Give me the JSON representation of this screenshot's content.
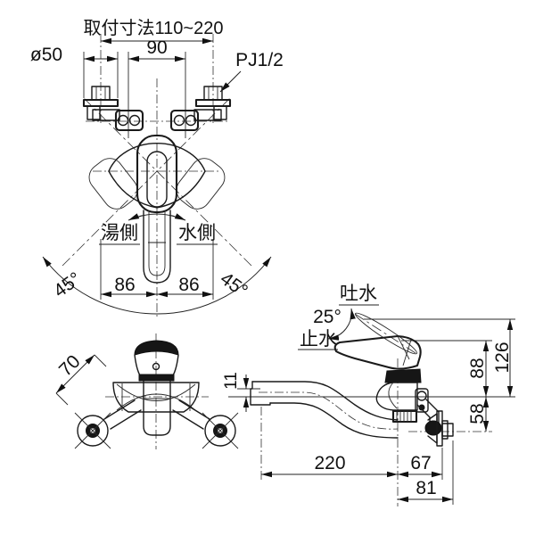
{
  "drawing": {
    "type": "faucet-dimension-drawing",
    "background": "#ffffff",
    "ink_color": "#1a1a1a",
    "top_view": {
      "mounting_pitch": "取付寸法110~220",
      "flange_diameter": "ø50",
      "inlet_pitch": "90",
      "thread_size": "PJ1/2",
      "hot_side_label": "湯側",
      "cold_side_label": "水側",
      "swing_angle_left": "45°",
      "swing_angle_right": "45°",
      "offset_left": "86",
      "offset_right": "86"
    },
    "front_view": {
      "leg_length": "70"
    },
    "side_view": {
      "discharge_label": "吐水",
      "lever_angle": "25°",
      "stop_label": "止水",
      "spout_drop": "11",
      "height_open": "126",
      "height_closed": "88",
      "height_below": "58",
      "spout_reach": "220",
      "wall_offset": "67",
      "pipe_depth": "81"
    }
  }
}
